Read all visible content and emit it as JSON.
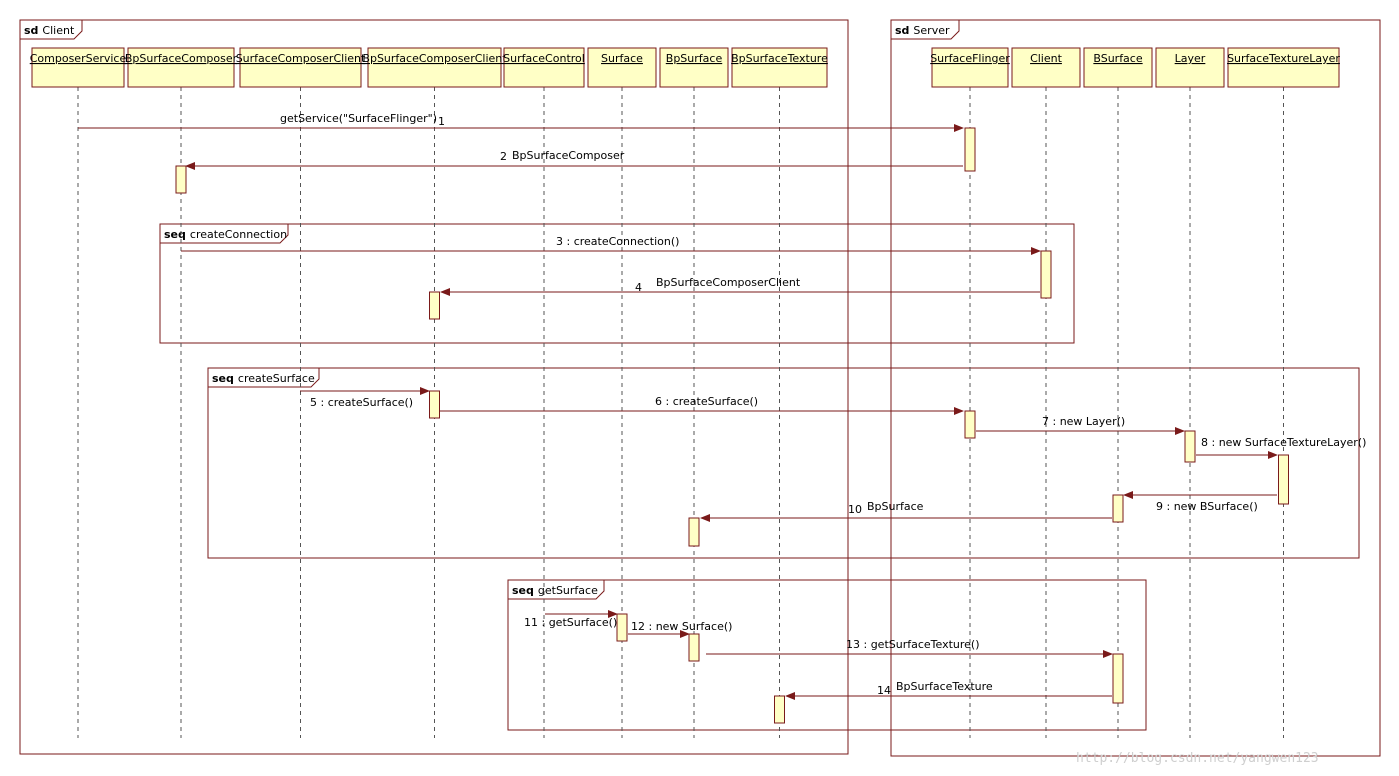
{
  "frames": [
    {
      "id": "client",
      "keyword": "sd",
      "name": "Client"
    },
    {
      "id": "server",
      "keyword": "sd",
      "name": "Server"
    },
    {
      "id": "seq_createConnection",
      "keyword": "seq",
      "name": "createConnection"
    },
    {
      "id": "seq_createSurface",
      "keyword": "seq",
      "name": "createSurface"
    },
    {
      "id": "seq_getSurface",
      "keyword": "seq",
      "name": "getSurface"
    }
  ],
  "lifelines": [
    {
      "id": "ComposerService",
      "name": "ComposerService"
    },
    {
      "id": "BpSurfaceComposer",
      "name": "BpSurfaceComposer"
    },
    {
      "id": "SurfaceComposerClient",
      "name": "SurfaceComposerClient"
    },
    {
      "id": "BpSurfaceComposerClient",
      "name": "BpSurfaceComposerClient"
    },
    {
      "id": "SurfaceControl",
      "name": "SurfaceControl"
    },
    {
      "id": "Surface",
      "name": "Surface"
    },
    {
      "id": "BpSurface",
      "name": "BpSurface"
    },
    {
      "id": "BpSurfaceTexture",
      "name": "BpSurfaceTexture"
    },
    {
      "id": "SurfaceFlinger",
      "name": "SurfaceFlinger"
    },
    {
      "id": "Client",
      "name": "Client"
    },
    {
      "id": "BSurface",
      "name": "BSurface"
    },
    {
      "id": "Layer",
      "name": "Layer"
    },
    {
      "id": "SurfaceTextureLayer",
      "name": "SurfaceTextureLayer"
    }
  ],
  "messages": [
    {
      "num": "1",
      "label": "getService(\"SurfaceFlinger\")",
      "from": "ComposerService",
      "to": "SurfaceFlinger"
    },
    {
      "num": "2",
      "label": "BpSurfaceComposer",
      "from": "SurfaceFlinger",
      "to": "BpSurfaceComposer"
    },
    {
      "num": "3",
      "label": "3 : createConnection()",
      "from": "BpSurfaceComposer",
      "to": "Client"
    },
    {
      "num": "4",
      "label": "BpSurfaceComposerClient",
      "from": "Client",
      "to": "BpSurfaceComposerClient"
    },
    {
      "num": "5",
      "label": "5 : createSurface()",
      "from": "SurfaceComposerClient",
      "to": "BpSurfaceComposerClient"
    },
    {
      "num": "6",
      "label": "6 : createSurface()",
      "from": "BpSurfaceComposerClient",
      "to": "SurfaceFlinger"
    },
    {
      "num": "7",
      "label": "7 : new Layer()",
      "from": "SurfaceFlinger",
      "to": "Layer"
    },
    {
      "num": "8",
      "label": "8 : new SurfaceTextureLayer()",
      "from": "Layer",
      "to": "SurfaceTextureLayer"
    },
    {
      "num": "9",
      "label": "9 : new BSurface()",
      "from": "SurfaceTextureLayer",
      "to": "BSurface"
    },
    {
      "num": "10",
      "label": "BpSurface",
      "from": "BSurface",
      "to": "BpSurface"
    },
    {
      "num": "11",
      "label": "11 : getSurface()",
      "from": "SurfaceControl",
      "to": "Surface"
    },
    {
      "num": "12",
      "label": "12 : new Surface()",
      "from": "Surface",
      "to": "BpSurface"
    },
    {
      "num": "13",
      "label": "13 : getSurfaceTexture()",
      "from": "BpSurface",
      "to": "BSurface"
    },
    {
      "num": "14",
      "label": "BpSurfaceTexture",
      "from": "BSurface",
      "to": "BpSurfaceTexture"
    }
  ],
  "watermark": "http://blog.csdn.net/yangwen123",
  "colors": {
    "frame": "#7a1a1a",
    "lifeline_fill": "#ffffc6",
    "watermark": "#cfcfcf"
  }
}
